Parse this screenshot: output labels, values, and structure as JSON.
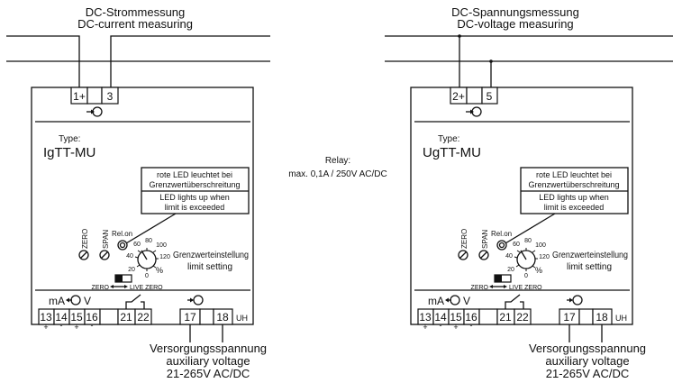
{
  "current": {
    "heading_de": "DC-Strommessung",
    "heading_en": "DC-current measuring",
    "input_terminals": [
      "1+",
      "3"
    ],
    "type_label": "Type:",
    "type_value": "IgTT-MU"
  },
  "voltage": {
    "heading_de": "DC-Spannungsmessung",
    "heading_en": "DC-voltage measuring",
    "input_terminals": [
      "2+",
      "5"
    ],
    "type_label": "Type:",
    "type_value": "UgTT-MU"
  },
  "module": {
    "led_note_de_1": "rote LED leuchtet bei",
    "led_note_de_2": "Grenzwertüberschreitung",
    "led_note_en_1": "LED lights up when",
    "led_note_en_2": "limit is exceeded",
    "zero": "ZERO",
    "span": "SPAN",
    "rel_on": "Rel.on",
    "scale": [
      "0",
      "20",
      "40",
      "60",
      "80",
      "100",
      "120"
    ],
    "percent": "%",
    "limit_de": "Grenzwerteinstellung",
    "limit_en": "limit setting",
    "switch_left": "ZERO",
    "switch_right": "LIVE ZERO",
    "output_ma": "mA",
    "output_v": "V",
    "output_terminals": [
      "13",
      "14",
      "15",
      "16"
    ],
    "output_signs": [
      "+",
      "-",
      "+",
      "-"
    ],
    "relay_terminals": [
      "21",
      "22"
    ],
    "supply_terminals": [
      "17",
      "18"
    ],
    "supply_label": "UH"
  },
  "relay": {
    "title": "Relay:",
    "rating": "max. 0,1A / 250V AC/DC"
  },
  "supply": {
    "de": "Versorgungsspannung",
    "en": "auxiliary voltage",
    "range": "21-265V AC/DC"
  }
}
